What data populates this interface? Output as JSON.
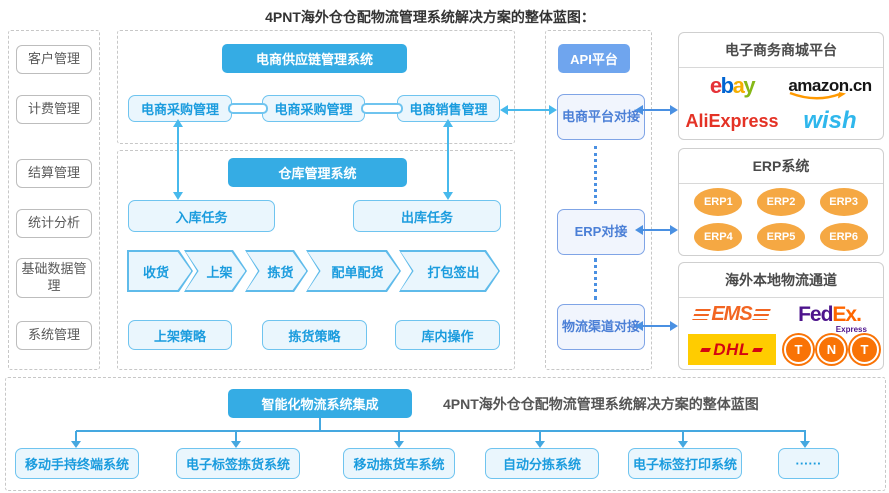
{
  "title": "4PNT海外仓仓配物流管理系统解决方案的整体蓝图：",
  "sidebar": {
    "items": [
      "客户管理",
      "计费管理",
      "结算管理",
      "统计分析",
      "基础数据管理",
      "系统管理"
    ]
  },
  "supply_chain": {
    "header": "电商供应链管理系统",
    "modules": [
      "电商采购管理",
      "电商采购管理",
      "电商销售管理"
    ]
  },
  "wms": {
    "header": "仓库管理系统",
    "inbound_task": "入库任务",
    "outbound_task": "出库任务",
    "process_steps": [
      "收货",
      "上架",
      "拣货",
      "配单配货",
      "打包签出"
    ],
    "strategies": [
      "上架策略",
      "拣货策略",
      "库内操作"
    ]
  },
  "api_platform": {
    "header": "API平台",
    "nodes": [
      "电商平台对接",
      "ERP对接",
      "物流渠道对接"
    ]
  },
  "ecommerce_panel": {
    "title": "电子商务商城平台",
    "ebay_letters": [
      "e",
      "b",
      "a",
      "y"
    ],
    "amazon": "amazon.cn",
    "aliexpress": "AliExpress",
    "wish": "wish"
  },
  "erp_panel": {
    "title": "ERP系统",
    "items": [
      "ERP1",
      "ERP2",
      "ERP3",
      "ERP4",
      "ERP5",
      "ERP6"
    ]
  },
  "logistics_panel": {
    "title": "海外本地物流通道",
    "ems": "EMS",
    "fedex_fed": "Fed",
    "fedex_ex": "Ex",
    "fedex_express": "Express",
    "dhl": "DHL",
    "tnt_letters": [
      "T",
      "N",
      "T"
    ]
  },
  "integration": {
    "header": "智能化物流系统集成",
    "caption": "4PNT海外仓仓配物流管理系统解决方案的整体蓝图",
    "systems": [
      "移动手持终端系统",
      "电子标签拣货系统",
      "移动拣货车系统",
      "自动分拣系统",
      "电子标签打印系统",
      "······"
    ]
  },
  "colors": {
    "header_blue": "#35ACE4",
    "api_header_blue": "#6FA5EE",
    "light_box_border": "#6FC4EF",
    "light_box_text": "#1B9CDE",
    "arrow_cyan": "#47B9EC",
    "arrow_blue": "#4A90E2",
    "pill_orange": "#F5A843"
  }
}
